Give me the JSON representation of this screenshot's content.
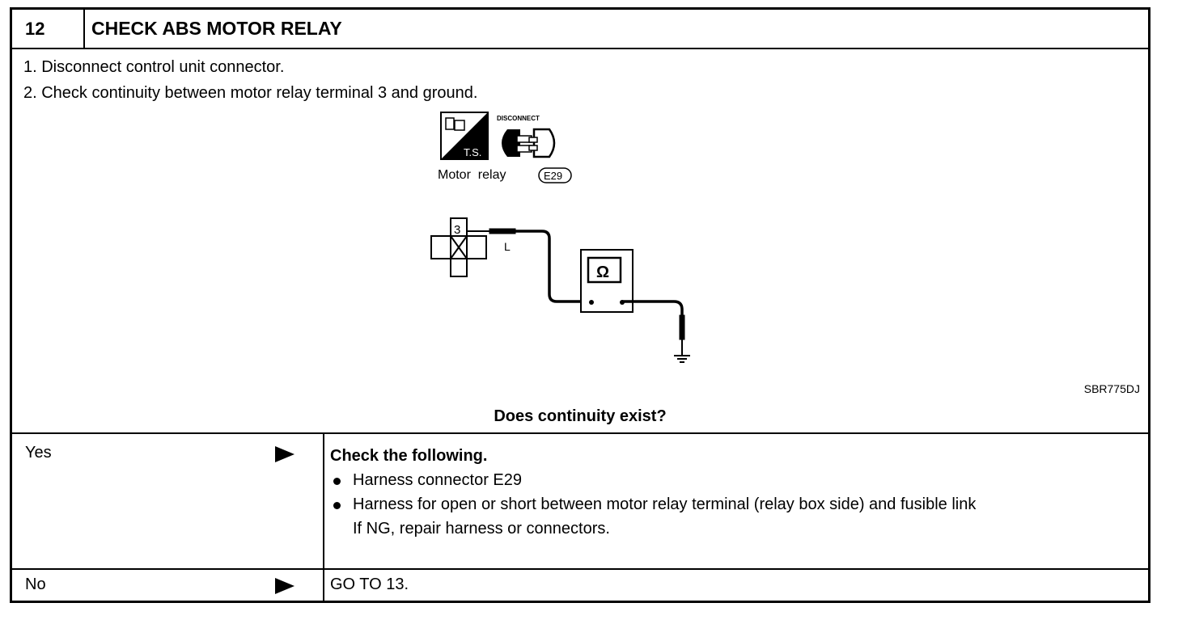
{
  "header": {
    "number": "12",
    "title": "CHECK ABS MOTOR RELAY"
  },
  "steps": [
    "1.  Disconnect control unit connector.",
    "2.  Check continuity between motor relay terminal 3 and ground."
  ],
  "figure": {
    "ts_label": "T.S.",
    "disconnect_label": "DISCONNECT",
    "connector_caption": "Motor  relay",
    "connector_id": "E29",
    "terminal": "3",
    "wire_color": "L",
    "meter_symbol": "Ω",
    "figure_code": "SBR775DJ"
  },
  "question": "Does continuity exist?",
  "results": {
    "yes": {
      "label": "Yes",
      "heading": "Check the following.",
      "bullets": [
        "Harness connector E29",
        "Harness for open or short between motor relay terminal (relay box side) and fusible link"
      ],
      "note": "If NG, repair harness or connectors."
    },
    "no": {
      "label": "No",
      "action": "GO TO 13."
    }
  }
}
